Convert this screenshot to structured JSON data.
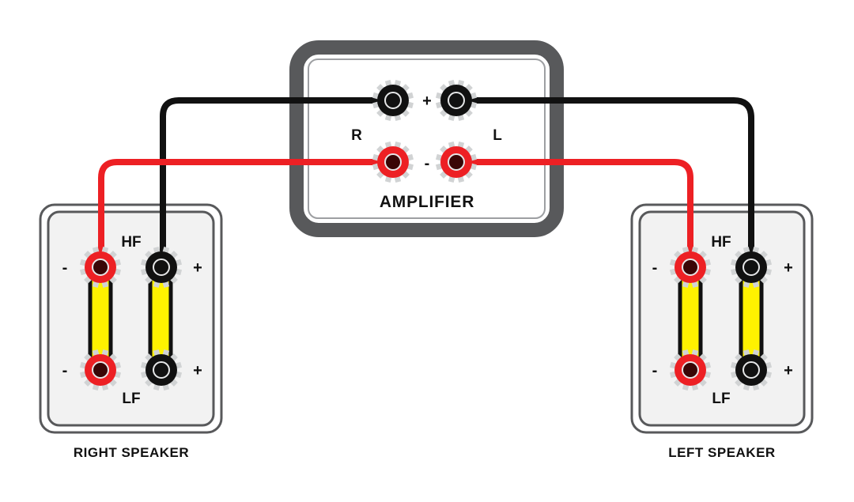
{
  "title": "Speaker bi-wiring diagram",
  "colors": {
    "positive": "#111111",
    "negative": "#ed2024",
    "jumper": "#fff200",
    "amp_frame": "#58595b",
    "speaker_frame": "#58595b",
    "speaker_fill": "#f2f2f2",
    "teeth": "#d1d3d4"
  },
  "amplifier": {
    "label": "AMPLIFIER",
    "right_channel": "R",
    "left_channel": "L",
    "positive_sign": "+",
    "negative_sign": "-",
    "terminals": [
      {
        "channel": "R",
        "polarity": "+",
        "color": "black"
      },
      {
        "channel": "L",
        "polarity": "+",
        "color": "black"
      },
      {
        "channel": "R",
        "polarity": "-",
        "color": "red"
      },
      {
        "channel": "L",
        "polarity": "-",
        "color": "red"
      }
    ]
  },
  "right_speaker": {
    "label": "RIGHT SPEAKER",
    "hf_label": "HF",
    "lf_label": "LF",
    "minus_sign": "-",
    "plus_sign": "+"
  },
  "left_speaker": {
    "label": "LEFT SPEAKER",
    "hf_label": "HF",
    "lf_label": "LF",
    "minus_sign": "-",
    "plus_sign": "+"
  },
  "connections": [
    {
      "from": "amplifier R +",
      "to": "right speaker HF +",
      "wire": "black"
    },
    {
      "from": "amplifier R -",
      "to": "right speaker HF -",
      "wire": "red"
    },
    {
      "from": "amplifier L +",
      "to": "left speaker HF +",
      "wire": "black"
    },
    {
      "from": "amplifier L -",
      "to": "left speaker HF -",
      "wire": "red"
    },
    {
      "from": "HF -",
      "to": "LF -",
      "wire": "jumper"
    },
    {
      "from": "HF +",
      "to": "LF +",
      "wire": "jumper"
    }
  ]
}
